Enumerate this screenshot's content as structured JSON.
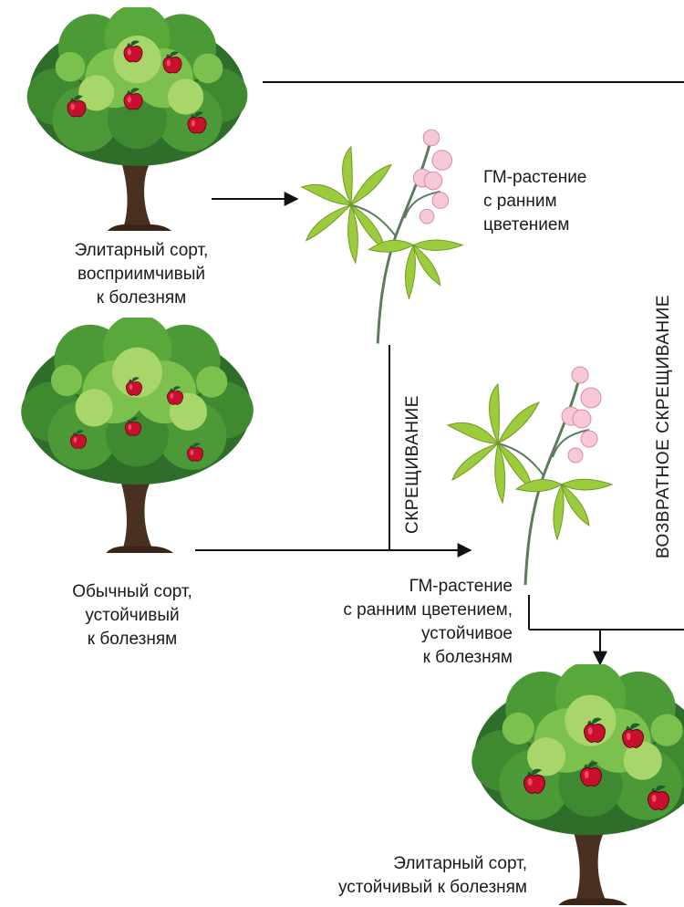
{
  "colors": {
    "line": "#111111",
    "foliage_dark": "#2e7d32",
    "foliage_mid": "#5aa83a",
    "foliage_light": "#a8d66a",
    "trunk": "#4a3020",
    "apple": "#c8102e",
    "leaf": "#9ccc3c",
    "flower": "#f7c9d8"
  },
  "nodes": {
    "elite_susceptible": {
      "icon": "apple-tree-icon",
      "label_lines": [
        "Элитарный сорт,",
        "восприимчивый",
        "к болезням"
      ]
    },
    "gm_early": {
      "icon": "flowering-plant-icon",
      "label_lines": [
        "ГМ-растение",
        "с ранним",
        "цветением"
      ]
    },
    "common_resistant": {
      "icon": "apple-tree-icon",
      "label_lines": [
        "Обычный сорт,",
        "устойчивый",
        "к болезням"
      ]
    },
    "gm_early_resistant": {
      "icon": "flowering-plant-icon",
      "label_lines": [
        "ГМ-растение",
        "с ранним цветением,",
        "устойчивое",
        "к болезням"
      ]
    },
    "elite_resistant": {
      "icon": "apple-tree-icon",
      "label_lines": [
        "Элитарный сорт,",
        "устойчивый к болезням"
      ]
    }
  },
  "edges": {
    "crossing": "СКРЕЩИВАНИЕ",
    "backcrossing": "ВОЗВРАТНОЕ СКРЕЩИВАНИЕ"
  }
}
